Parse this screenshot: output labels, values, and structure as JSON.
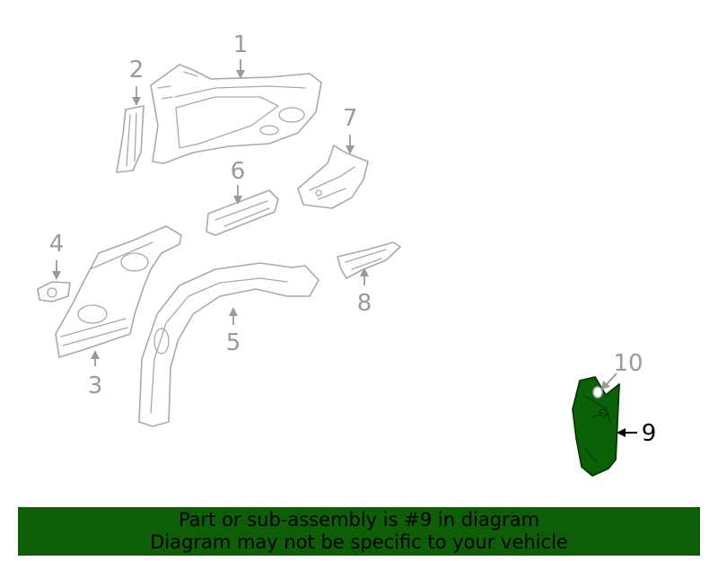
{
  "callouts": {
    "c1": "1",
    "c2": "2",
    "c3": "3",
    "c4": "4",
    "c5": "5",
    "c6": "6",
    "c7": "7",
    "c8": "8",
    "c9": "9",
    "c10": "10"
  },
  "highlighted_part": "9",
  "colors": {
    "highlight_fill": "#0b6108",
    "banner_bg": "#0d5e06",
    "outline_gray": "#a9a9a9",
    "callout_gray": "#9a9a9a"
  },
  "banner": {
    "line1": "Part or sub-assembly is #9 in diagram",
    "line2": "Diagram may not be specific to your vehicle"
  }
}
